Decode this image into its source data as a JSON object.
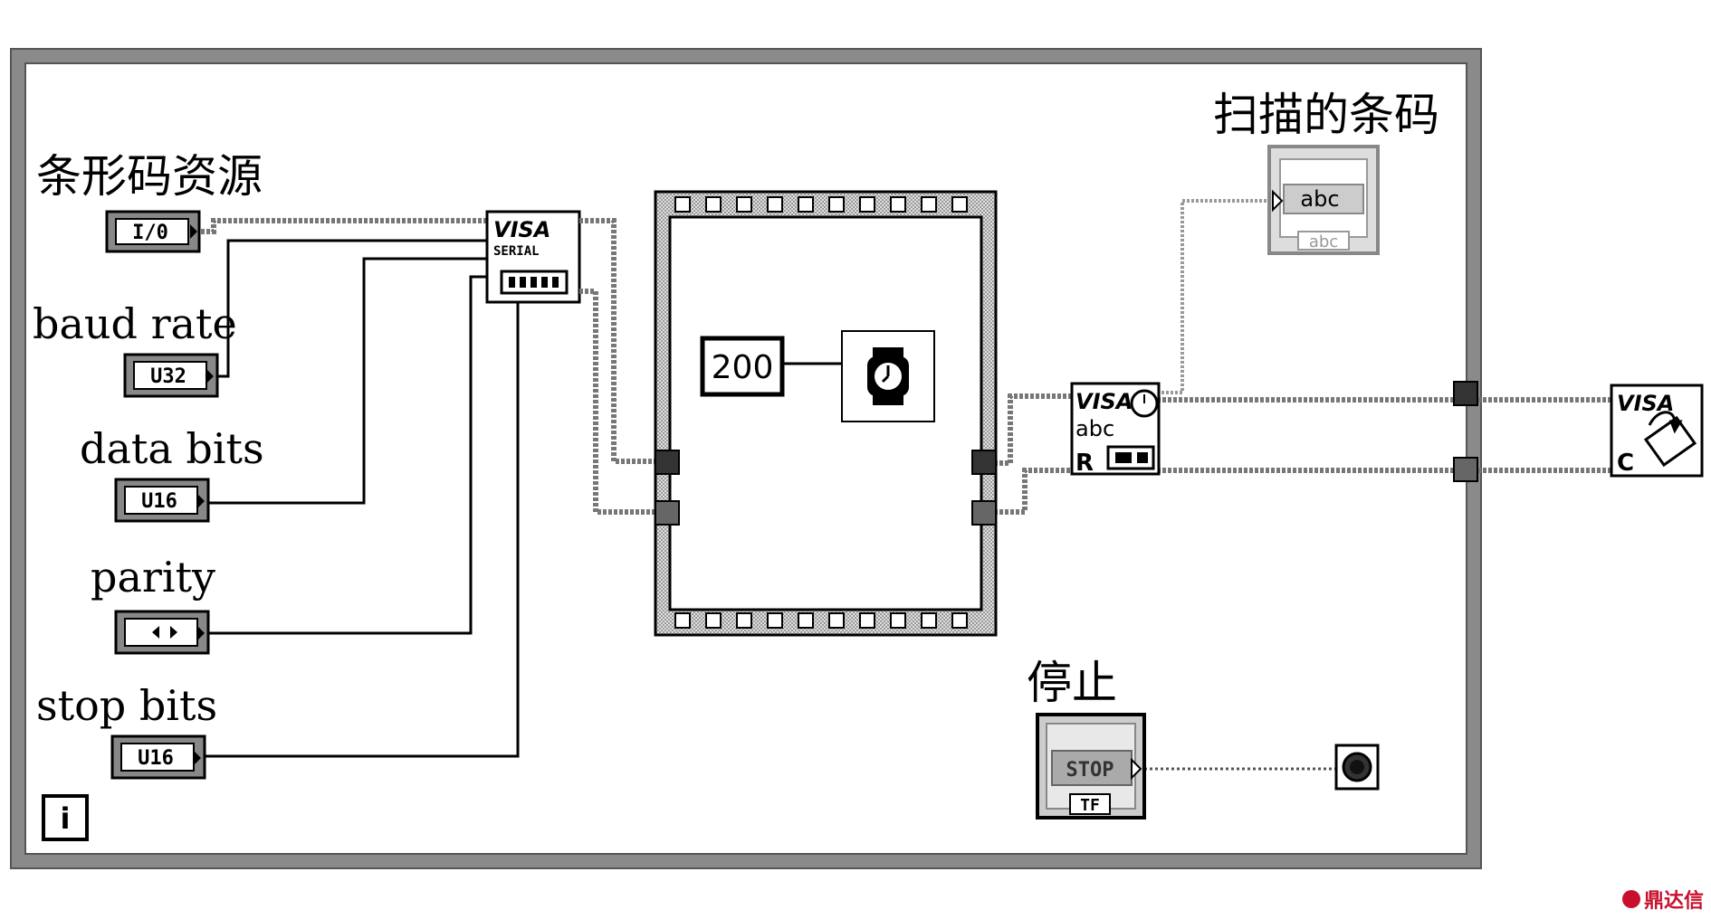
{
  "labels": {
    "resource": "条形码资源",
    "baud": "baud rate",
    "databits": "data bits",
    "parity": "parity",
    "stopbits": "stop bits",
    "scanned": "扫描的条码",
    "stop": "停止"
  },
  "terminals": {
    "resource": "I/0",
    "baud": "U32",
    "databits": "U16",
    "stopbits": "U16",
    "indicator": "abc",
    "indicator_type": "abc",
    "stop_button": "STOP",
    "stop_type": "TF"
  },
  "nodes": {
    "visa_serial_top": "VISA",
    "visa_serial_bottom": "SERIAL",
    "delay_value": "200",
    "visa_read_top": "VISA",
    "visa_read_mid": "abc",
    "visa_read_bottom": "R",
    "visa_close_top": "VISA",
    "visa_close_bottom": "C"
  },
  "loop": {
    "iteration": "i"
  },
  "watermark": "鼎达信"
}
